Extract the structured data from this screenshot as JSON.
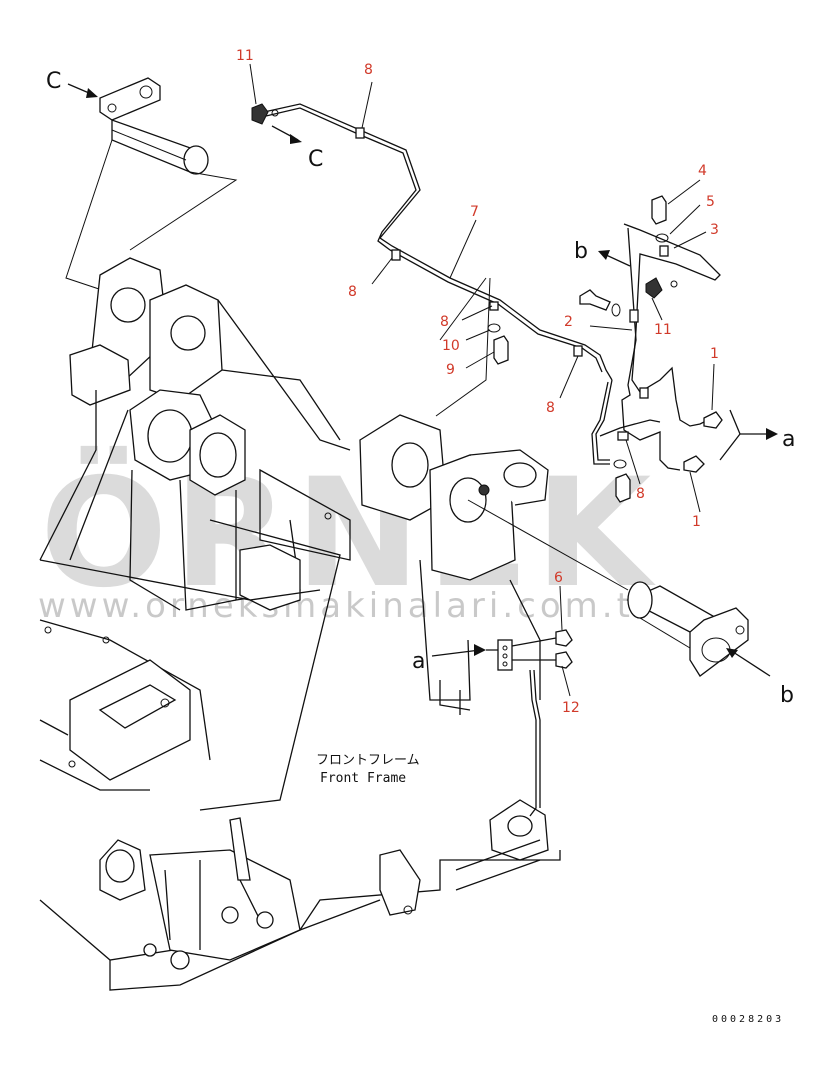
{
  "callouts": {
    "c11_top": "11",
    "c8_top": "8",
    "c7": "7",
    "c8_mid": "8",
    "c4": "4",
    "c5": "5",
    "c3": "3",
    "c8_a": "8",
    "c2": "2",
    "c10": "10",
    "c11_right": "11",
    "c9": "9",
    "c1_top": "1",
    "c8_b": "8",
    "c8_c": "8",
    "c1_bottom": "1",
    "c6": "6",
    "c12": "12"
  },
  "view_letters": {
    "c_in": "C",
    "c_out": "C",
    "b_out": "b",
    "b_in": "b",
    "a_out": "a",
    "a_in": "a"
  },
  "frame_label": {
    "jp": "フロントフレーム",
    "en": "Front Frame"
  },
  "watermark": {
    "brand": "ÖRNEK",
    "url": "www.orneksmakinalari.com.tr"
  },
  "doc_number": "00028203",
  "colors": {
    "callout": "#d13a2a",
    "lines": "#111111",
    "watermark": "#9a9a9a"
  }
}
